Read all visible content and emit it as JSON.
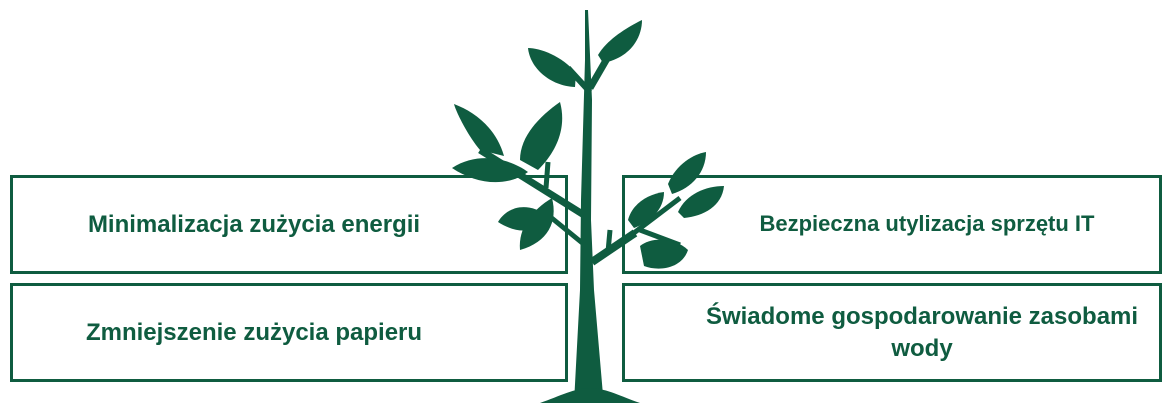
{
  "items": {
    "top_left": "Minimalizacja zużycia energii",
    "bottom_left": "Zmniejszenie zużycia papieru",
    "top_right": "Bezpieczna utylizacja sprzętu IT",
    "bottom_right": "Świadome gospodarowanie zasobami wody"
  },
  "colors": {
    "primary": "#0f5c40"
  },
  "icons": [
    "tree-icon"
  ]
}
